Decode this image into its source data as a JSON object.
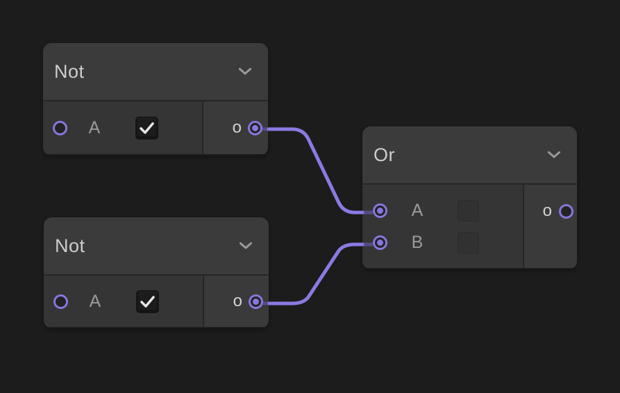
{
  "editor": {
    "background_color": "#1c1c1c",
    "wire_color": "#8b7ae2",
    "wire_stub_color": "#584b85",
    "socket_color": "#8678de"
  },
  "nodes": [
    {
      "title": "Not",
      "collapse_icon": "chevron-down",
      "inputs": [
        {
          "label": "A",
          "control": "checkbox",
          "checked": true,
          "connected": false
        }
      ],
      "outputs": [
        {
          "label": "o",
          "connected": true
        }
      ]
    },
    {
      "title": "Not",
      "collapse_icon": "chevron-down",
      "inputs": [
        {
          "label": "A",
          "control": "checkbox",
          "checked": true,
          "connected": false
        }
      ],
      "outputs": [
        {
          "label": "o",
          "connected": true
        }
      ]
    },
    {
      "title": "Or",
      "collapse_icon": "chevron-down",
      "inputs": [
        {
          "label": "A",
          "control": "checkbox-disabled",
          "checked": false,
          "connected": true
        },
        {
          "label": "B",
          "control": "checkbox-disabled",
          "checked": false,
          "connected": true
        }
      ],
      "outputs": [
        {
          "label": "o",
          "connected": false
        }
      ]
    }
  ],
  "connections": [
    {
      "from": "Not(top) output o",
      "to": "Or input A"
    },
    {
      "from": "Not(bottom) output o",
      "to": "Or input B"
    }
  ]
}
